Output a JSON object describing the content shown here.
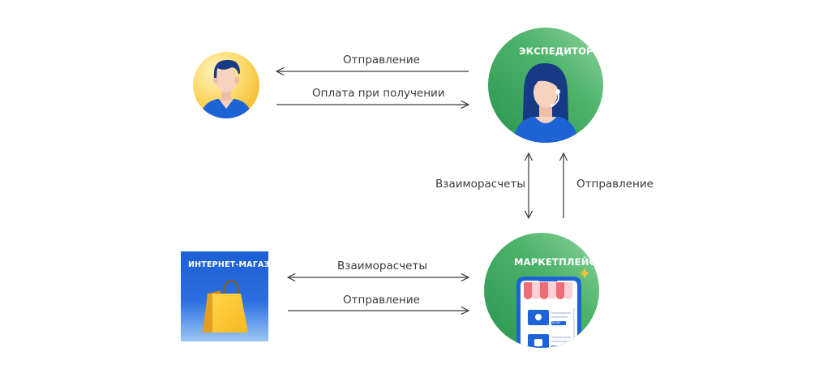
{
  "nodes": {
    "forwarder": {
      "title": "ЭКСПЕДИТОР"
    },
    "marketplace": {
      "title": "МАРКЕТПЛЕЙС"
    },
    "shop": {
      "title": "ИНТЕРНЕТ-МАГАЗИН"
    },
    "customer": {
      "title": ""
    }
  },
  "edges": {
    "forwarder_to_customer": "Отправление",
    "customer_to_forwarder": "Оплата при получении",
    "settlements_vertical": "Взаиморасчеты",
    "marketplace_to_forwarder": "Отправление",
    "settlements_horizontal": "Взаиморасчеты",
    "shop_to_marketplace": "Отправление"
  },
  "phone_screen": {
    "button_text": "MORE"
  },
  "colors": {
    "green_dark": "#2f9a52",
    "green_light": "#7cc98c",
    "yellow": "#f8c233",
    "blue": "#1e63d6",
    "navy": "#163a86",
    "skin": "#f7d3bf",
    "arrow": "#3a3a3a"
  }
}
